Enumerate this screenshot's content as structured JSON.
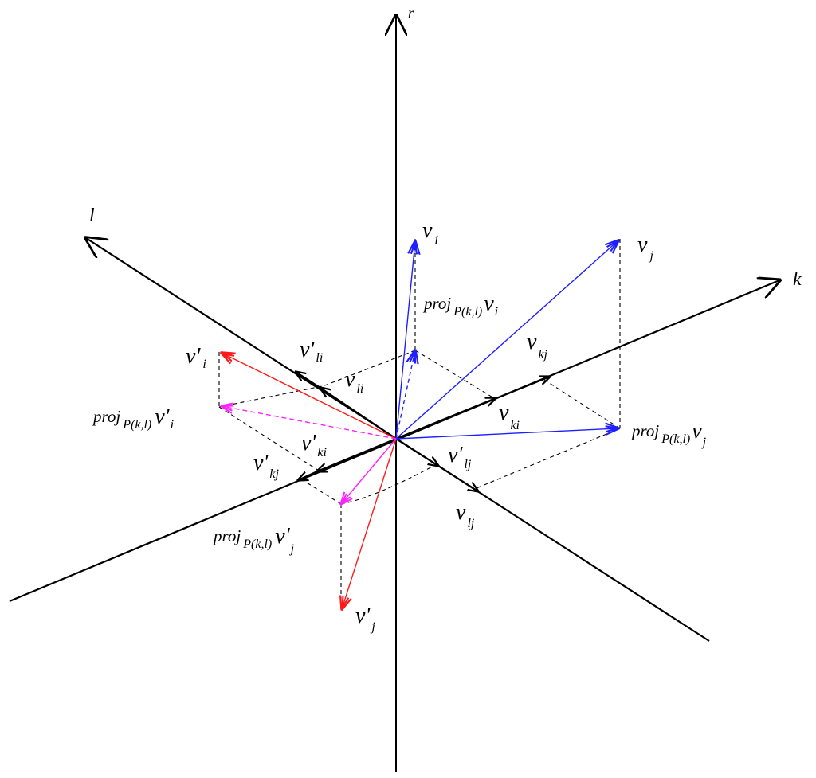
{
  "colors": {
    "axis": "#000000",
    "blue": "#1f1fff",
    "red": "#ff1a1a",
    "magenta": "#ff22ff",
    "dashed": "#000000"
  },
  "axes": {
    "r": "r",
    "l": "l",
    "k": "k"
  },
  "labels": {
    "v_i": {
      "main": "v",
      "sub": "i"
    },
    "v_j": {
      "main": "v",
      "sub": "j"
    },
    "proj_v_i": {
      "main": "proj",
      "sub": "P(k,l)",
      "tail": "v",
      "tail_sub": "i"
    },
    "proj_v_j": {
      "main": "proj",
      "sub": "P(k,l)",
      "tail": "v",
      "tail_sub": "j"
    },
    "vp_i": {
      "main": "v'",
      "sub": "i"
    },
    "vp_j": {
      "main": "v'",
      "sub": "j"
    },
    "proj_vp_i": {
      "main": "proj",
      "sub": "P(k,l)",
      "tail": "v'",
      "tail_sub": "i"
    },
    "proj_vp_j": {
      "main": "proj",
      "sub": "P(k,l)",
      "tail": "v'",
      "tail_sub": "j"
    },
    "vp_li": {
      "main": "v'",
      "sub": "li"
    },
    "v_li": {
      "main": "v",
      "sub": "li"
    },
    "v_kj": {
      "main": "v",
      "sub": "kj"
    },
    "v_ki": {
      "main": "v",
      "sub": "ki"
    },
    "vp_ki": {
      "main": "v'",
      "sub": "ki"
    },
    "vp_kj": {
      "main": "v'",
      "sub": "kj"
    },
    "vp_lj": {
      "main": "v'",
      "sub": "lj"
    },
    "v_lj": {
      "main": "v",
      "sub": "lj"
    }
  }
}
